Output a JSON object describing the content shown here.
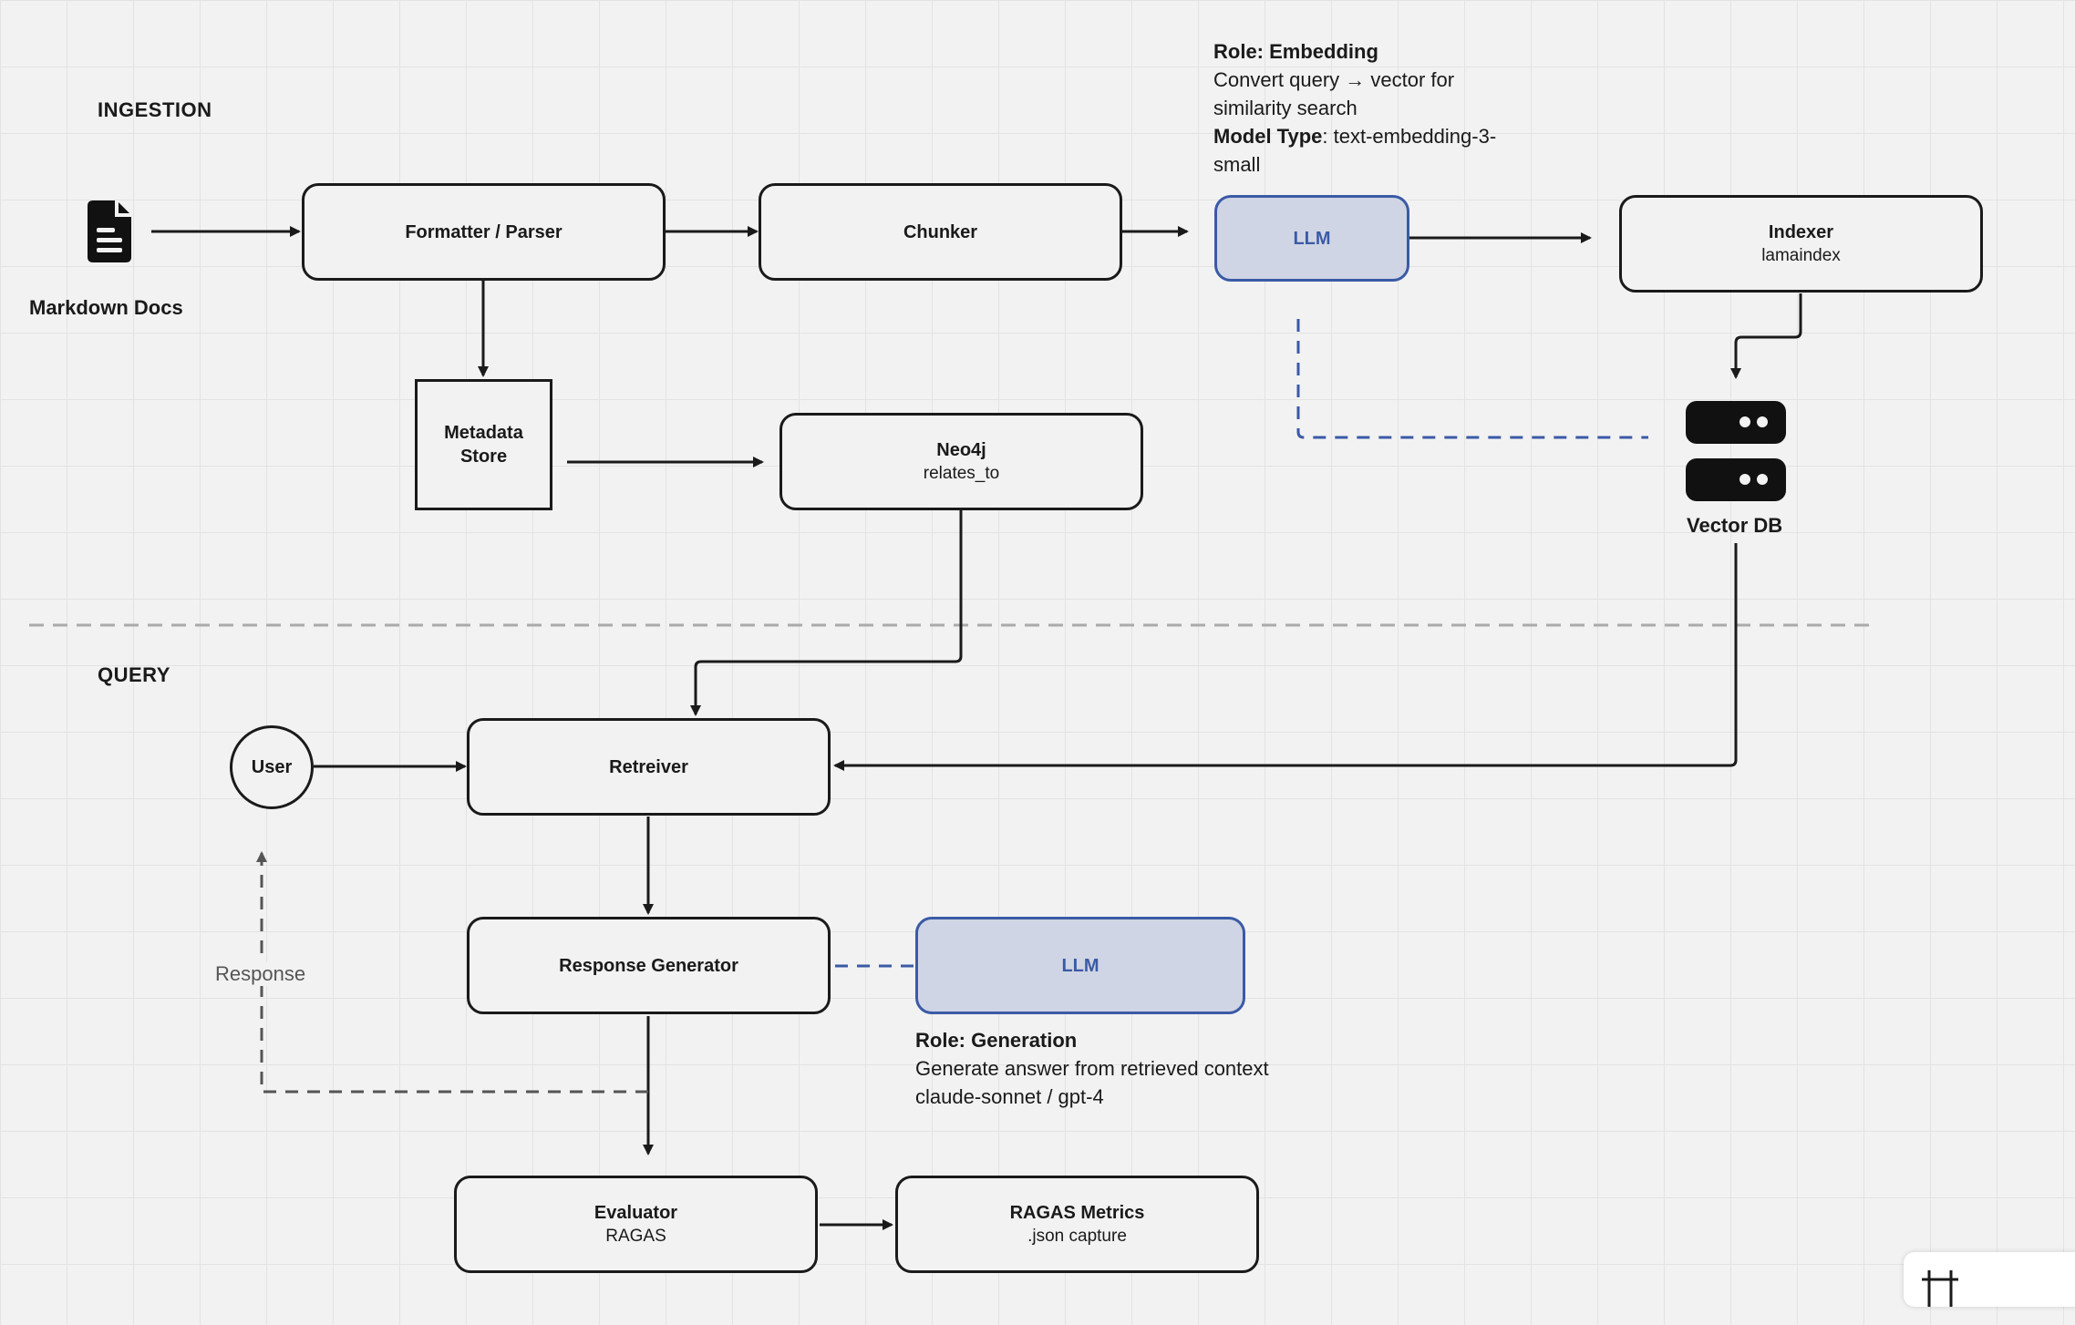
{
  "sections": {
    "ingestion": "INGESTION",
    "query": "QUERY"
  },
  "nodes": {
    "markdown_docs": "Markdown Docs",
    "formatter": "Formatter / Parser",
    "chunker": "Chunker",
    "llm_embed": "LLM",
    "indexer_title": "Indexer",
    "indexer_sub": "lamaindex",
    "metadata_line1": "Metadata",
    "metadata_line2": "Store",
    "neo4j_title": "Neo4j",
    "neo4j_sub": "relates_to",
    "vector_db": "Vector DB",
    "user": "User",
    "retriever": "Retreiver",
    "response_generator": "Response Generator",
    "llm_gen": "LLM",
    "evaluator_title": "Evaluator",
    "evaluator_sub": "RAGAS",
    "ragas_title": "RAGAS Metrics",
    "ragas_sub": ".json capture"
  },
  "notes": {
    "embedding": {
      "role_label": "Role: Embedding",
      "desc_line1": "Convert query → vector for",
      "desc_line2": "similarity search",
      "model_label": "Model Type",
      "model_value_line1": ": text-embedding-3-",
      "model_value_line2": "small"
    },
    "generation": {
      "role_label": "Role: Generation",
      "desc": "Generate answer from retrieved context",
      "model": "claude-sonnet / gpt-4"
    }
  },
  "edge_labels": {
    "response": "Response"
  },
  "colors": {
    "background": "#f2f2f2",
    "stroke": "#1a1a1a",
    "llm_fill": "#cfd5e4",
    "llm_accent": "#3b5aa6",
    "divider": "#aaaaaa",
    "response_edge": "#555555"
  },
  "icons": {
    "document": "document-icon",
    "database": "database-icon"
  }
}
